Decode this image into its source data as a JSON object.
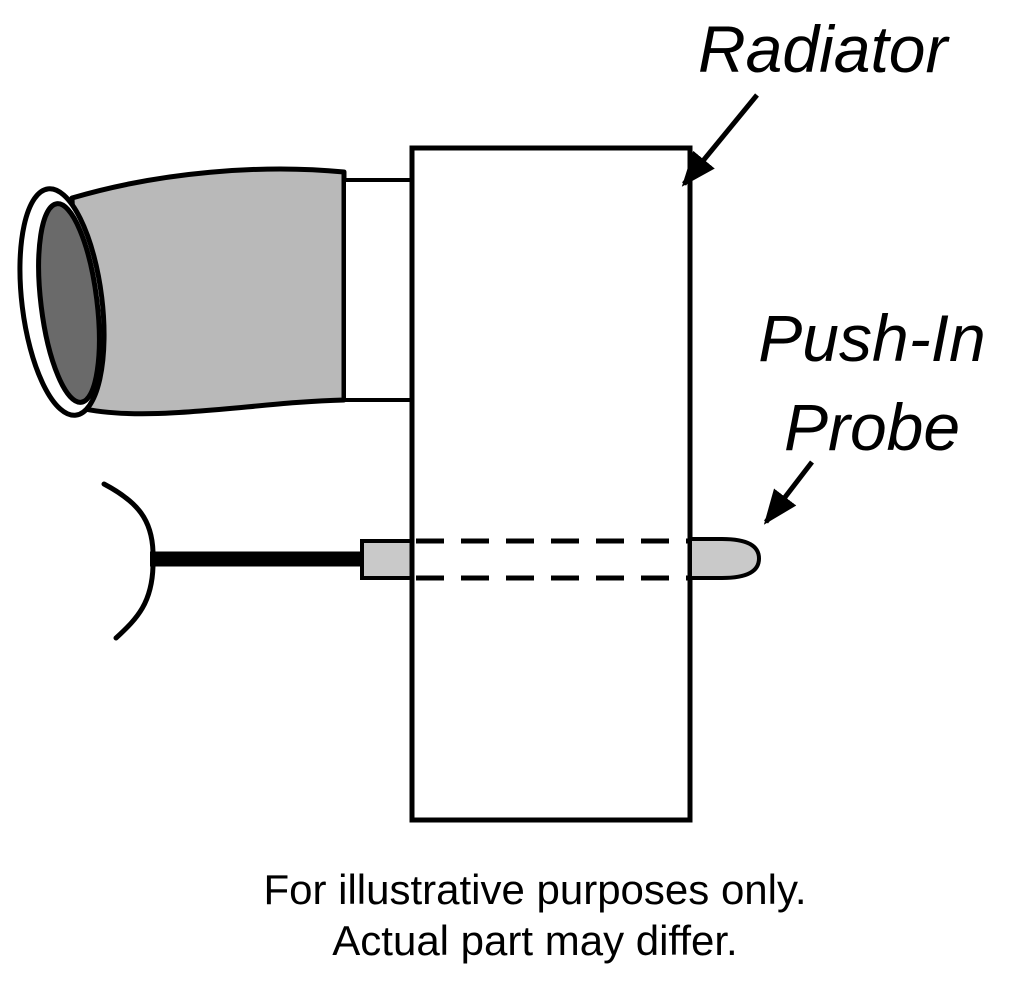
{
  "diagram": {
    "labels": {
      "radiator": "Radiator",
      "probe_line1": "Push-In",
      "probe_line2": "Probe"
    },
    "caption": {
      "line1": "For illustrative purposes only.",
      "line2": "Actual part may differ."
    },
    "icons": {
      "radiator_arrow": "arrow-pointing-down-left-to-radiator",
      "probe_arrow": "arrow-pointing-down-left-to-probe-tip"
    },
    "colors": {
      "hose_gray": "#b9b9b9",
      "hose_opening_gray": "#6a6a6a",
      "probe_tip_gray": "#c9c9c9",
      "ink": "#000000",
      "background": "#ffffff"
    }
  }
}
